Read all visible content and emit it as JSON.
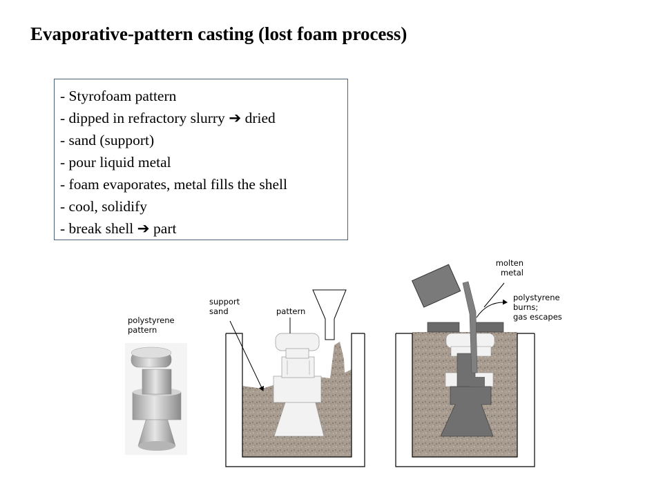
{
  "title": "Evaporative-pattern casting  (lost foam process)",
  "steps": [
    {
      "text": "- Styrofoam pattern"
    },
    {
      "text": "- dipped in refractory slurry",
      "arrow": "➔",
      "after": "dried"
    },
    {
      "text": "- sand (support)"
    },
    {
      "text": "- pour liquid metal"
    },
    {
      "text": "- foam evaporates, metal fills the shell"
    },
    {
      "text": "- cool, solidify"
    },
    {
      "text": "- break shell",
      "arrow": "➔",
      "after": "part"
    }
  ],
  "labels": {
    "polystyrene_pattern": [
      "polystyrene",
      "pattern"
    ],
    "support_sand": [
      "support",
      "sand"
    ],
    "pattern": "pattern",
    "molten_metal": [
      "molten",
      "metal"
    ],
    "polystyrene_burns": [
      "polystyrene",
      "burns;",
      "gas escapes"
    ]
  },
  "colors": {
    "sand": "#a89c90",
    "pattern_light": "#f2f2f2",
    "molten_metal": "#707070",
    "ladle": "#7a7a7a",
    "flask_outline": "#000000",
    "box_border": "#4a5f78"
  }
}
